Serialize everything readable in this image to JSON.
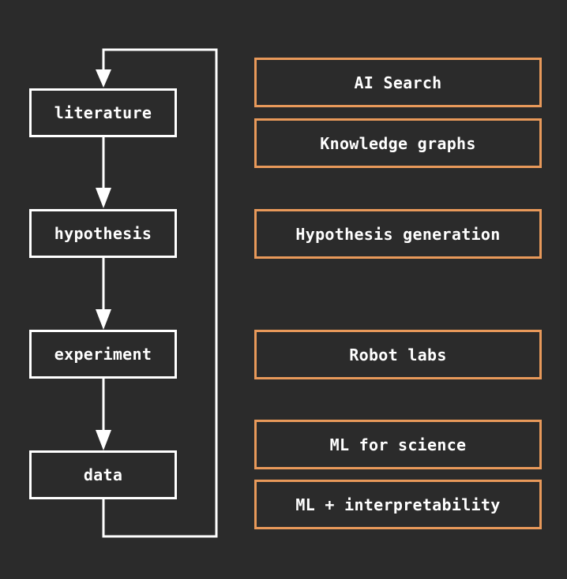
{
  "workflow": {
    "steps": [
      {
        "label": "literature"
      },
      {
        "label": "hypothesis"
      },
      {
        "label": "experiment"
      },
      {
        "label": "data"
      }
    ]
  },
  "tools": [
    {
      "label": "AI Search"
    },
    {
      "label": "Knowledge graphs"
    },
    {
      "label": "Hypothesis generation"
    },
    {
      "label": "Robot labs"
    },
    {
      "label": "ML for science"
    },
    {
      "label": "ML + interpretability"
    }
  ],
  "colors": {
    "background": "#2b2b2b",
    "step_border": "#ffffff",
    "tool_border": "#e8995a",
    "text": "#ffffff"
  }
}
